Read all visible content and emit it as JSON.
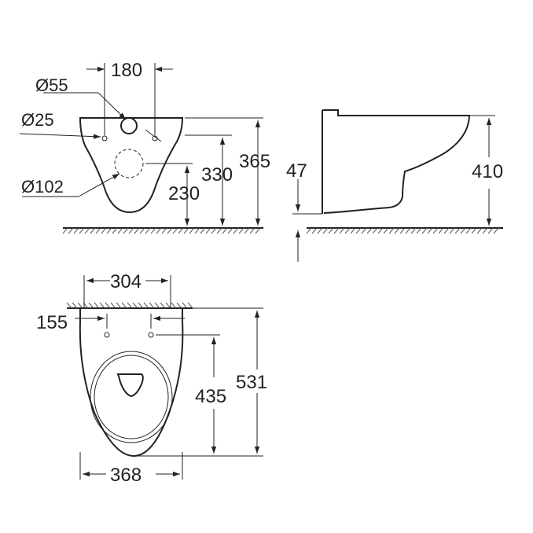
{
  "drawing": {
    "front_view": {
      "dim_180": "180",
      "dim_d55": "Ø55",
      "dim_d25": "Ø25",
      "dim_d102": "Ø102",
      "dim_330": "330",
      "dim_365": "365",
      "dim_230": "230"
    },
    "side_view": {
      "dim_47": "47",
      "dim_410": "410"
    },
    "top_view": {
      "dim_304": "304",
      "dim_155": "155",
      "dim_435": "435",
      "dim_531": "531",
      "dim_368": "368"
    }
  }
}
